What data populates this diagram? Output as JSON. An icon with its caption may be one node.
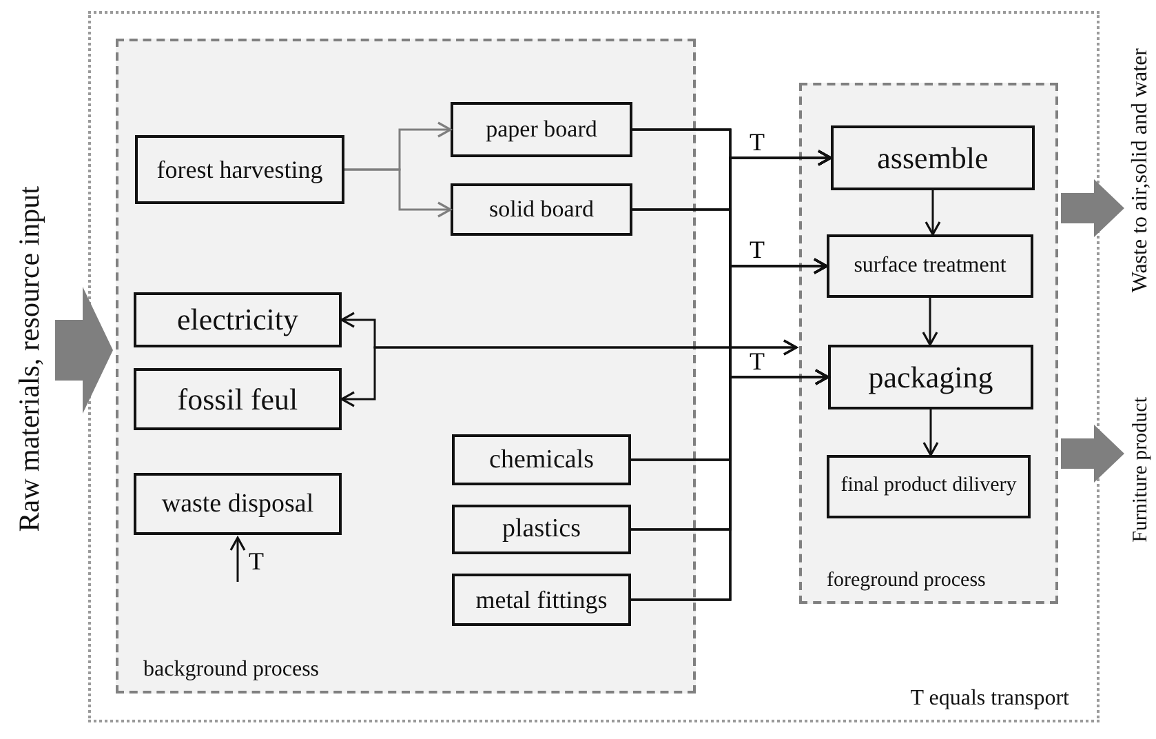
{
  "diagram": {
    "nodes": [
      {
        "text": [
          "T equals transport"
        ]
      },
      {
        "text": [
          "background process"
        ],
        "in": 0
      },
      {
        "text": [
          "forest harvesting"
        ],
        "in": 1
      },
      {
        "text": [
          "paper board"
        ],
        "in": 1
      },
      {
        "text": [
          "solid board"
        ],
        "in": 1
      },
      {
        "text": [
          "electricity"
        ],
        "in": 1
      },
      {
        "text": [
          "fossil feul"
        ],
        "in": 1
      },
      {
        "text": [
          "waste disposal"
        ],
        "in": 1
      },
      {
        "text": [
          "chemicals"
        ],
        "in": 1
      },
      {
        "text": [
          "plastics"
        ],
        "in": 1
      },
      {
        "text": [
          "metal fittings"
        ],
        "in": 1
      },
      {
        "text": [
          "foreground process"
        ],
        "in": 0
      },
      {
        "text": [
          "assemble"
        ],
        "in": 11
      },
      {
        "text": [
          "surface treatment"
        ],
        "in": 11
      },
      {
        "text": [
          "packaging"
        ],
        "in": 11
      },
      {
        "text": [
          "final product dilivery"
        ],
        "in": 11
      },
      {
        "text": [
          "Raw materials, resource input"
        ]
      },
      {
        "text": [
          "Waste to air,solid and water"
        ]
      },
      {
        "text": [
          "Furniture product"
        ]
      }
    ],
    "edges": [
      {
        "from": 2,
        "to": 3,
        "arrow": "to",
        "color": "#7f7f7f"
      },
      {
        "from": 2,
        "to": 4,
        "arrow": "to",
        "color": "#7f7f7f"
      },
      {
        "from": 3,
        "to": 12,
        "arrow": "to",
        "label": "T"
      },
      {
        "from": 3,
        "to": 13,
        "arrow": "to",
        "label": "T"
      },
      {
        "from": 3,
        "to": 14,
        "arrow": "to",
        "label": "T"
      },
      {
        "from": 4,
        "to": 12,
        "arrow": "to"
      },
      {
        "from": 4,
        "to": 13,
        "arrow": "to"
      },
      {
        "from": 4,
        "to": 14,
        "arrow": "to"
      },
      {
        "from": 8,
        "to": 12,
        "arrow": "to"
      },
      {
        "from": 8,
        "to": 13,
        "arrow": "to"
      },
      {
        "from": 8,
        "to": 14,
        "arrow": "to"
      },
      {
        "from": 9,
        "to": 12,
        "arrow": "to"
      },
      {
        "from": 9,
        "to": 13,
        "arrow": "to"
      },
      {
        "from": 9,
        "to": 14,
        "arrow": "to"
      },
      {
        "from": 10,
        "to": 12,
        "arrow": "to"
      },
      {
        "from": 10,
        "to": 13,
        "arrow": "to"
      },
      {
        "from": 10,
        "to": 14,
        "arrow": "to"
      },
      {
        "from": 5,
        "to": 11,
        "arrow": "both"
      },
      {
        "from": 6,
        "to": 11,
        "arrow": "both"
      },
      {
        "from": 12,
        "to": 13,
        "arrow": "to"
      },
      {
        "from": 13,
        "to": 14,
        "arrow": "to"
      },
      {
        "from": 14,
        "to": 15,
        "arrow": "to"
      },
      {
        "from": null,
        "to": 7,
        "arrow": "to",
        "label": "T"
      },
      {
        "from": 16,
        "to": 1,
        "arrow": "to",
        "style": "thick",
        "color": "#7f7f7f"
      },
      {
        "from": 11,
        "to": 17,
        "arrow": "to",
        "style": "thick",
        "color": "#7f7f7f"
      },
      {
        "from": 11,
        "to": 18,
        "arrow": "to",
        "style": "thick",
        "color": "#7f7f7f"
      }
    ]
  }
}
